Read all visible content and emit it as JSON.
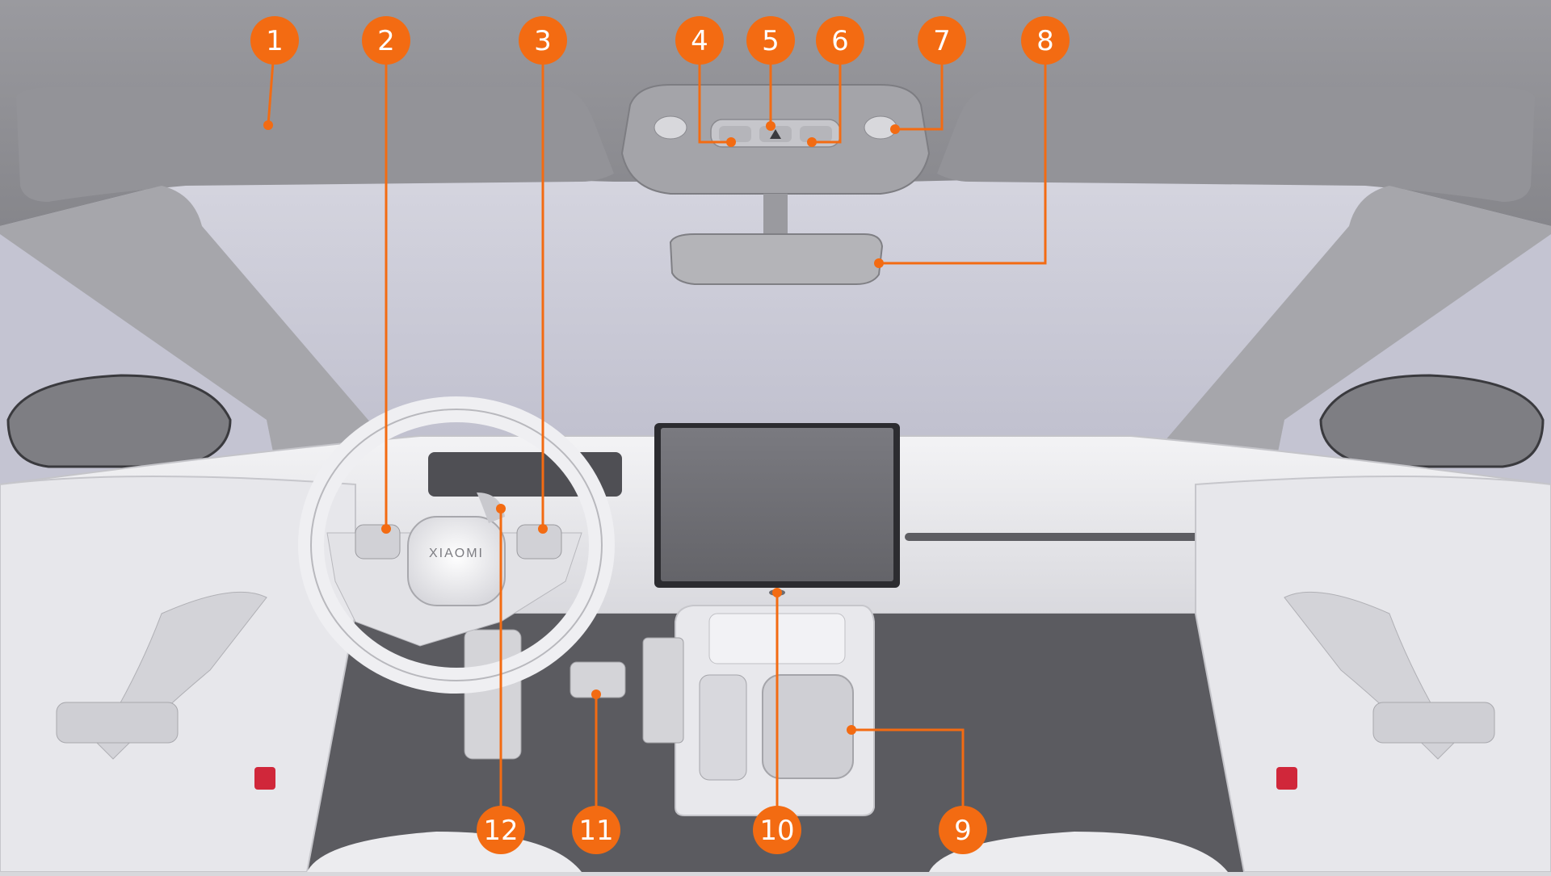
{
  "brand": {
    "wheel_logo": "XIAOMI"
  },
  "colors": {
    "callout": "#f36b12",
    "callout_text": "#ffffff",
    "headliner": "#8d8d92",
    "sky": "#c9c9d6",
    "interior_light": "#ececef",
    "floor": "#5b5b60"
  },
  "callouts": [
    {
      "id": "1",
      "label": "1",
      "target": "roof-panel"
    },
    {
      "id": "2",
      "label": "2",
      "target": "steering-wheel-left-controls"
    },
    {
      "id": "3",
      "label": "3",
      "target": "steering-wheel-right-controls"
    },
    {
      "id": "4",
      "label": "4",
      "target": "overhead-left-button"
    },
    {
      "id": "5",
      "label": "5",
      "target": "overhead-hazard-button"
    },
    {
      "id": "6",
      "label": "6",
      "target": "overhead-right-button"
    },
    {
      "id": "7",
      "label": "7",
      "target": "reading-light"
    },
    {
      "id": "8",
      "label": "8",
      "target": "rearview-mirror"
    },
    {
      "id": "9",
      "label": "9",
      "target": "cup-holder"
    },
    {
      "id": "10",
      "label": "10",
      "target": "center-display-camera"
    },
    {
      "id": "11",
      "label": "11",
      "target": "accelerator-pedal"
    },
    {
      "id": "12",
      "label": "12",
      "target": "steering-column"
    }
  ]
}
